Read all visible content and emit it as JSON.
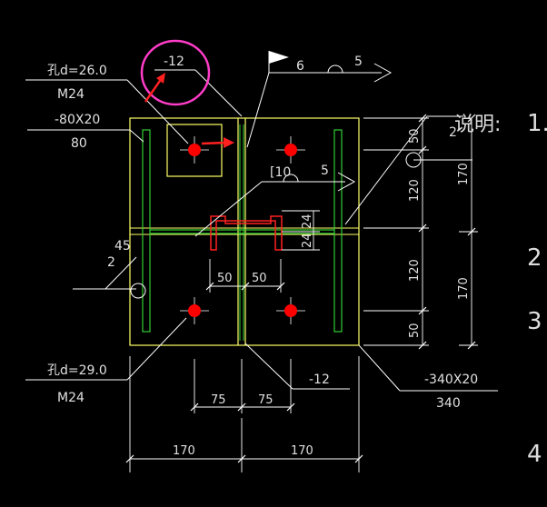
{
  "labels": {
    "hole_top": "孔d=26.0",
    "bolt_top": "M24",
    "rib_spec": "-80X20",
    "rib_width": "80",
    "gusset_top": "-12",
    "weld_6": "6",
    "weld_5_top": "5",
    "channel_10": "[10",
    "weld_5_mid": "5",
    "angle_45": "45",
    "angle_2": "2",
    "hole_bottom": "孔d=29.0",
    "bolt_bottom": "M24",
    "gusset_bottom": "-12",
    "plate_spec": "-340X20",
    "plate_width": "340",
    "note_title": "说明:",
    "note_weld_2": "2"
  },
  "dimensions": {
    "right_50_top": "50",
    "right_120_top": "120",
    "right_170_top": "170",
    "right_120_bottom": "120",
    "right_170_bottom": "170",
    "right_50_bottom": "50",
    "inner_24_top": "24",
    "inner_24_bottom": "24",
    "inner_50_left": "50",
    "inner_50_right": "50",
    "bottom_75_left": "75",
    "bottom_75_right": "75",
    "bottom_170_left": "170",
    "bottom_170_right": "170"
  },
  "notes_numbers": [
    "1.",
    "2",
    "3",
    "4"
  ],
  "colors": {
    "background": "#000000",
    "line": "#ffffff",
    "plate": "#ffff66",
    "rib": "#33cc33",
    "hole": "#ff0000",
    "channel": "#ff2020",
    "annotation_circle": "#ff3cc8",
    "annotation_arrow": "#ff2020"
  }
}
